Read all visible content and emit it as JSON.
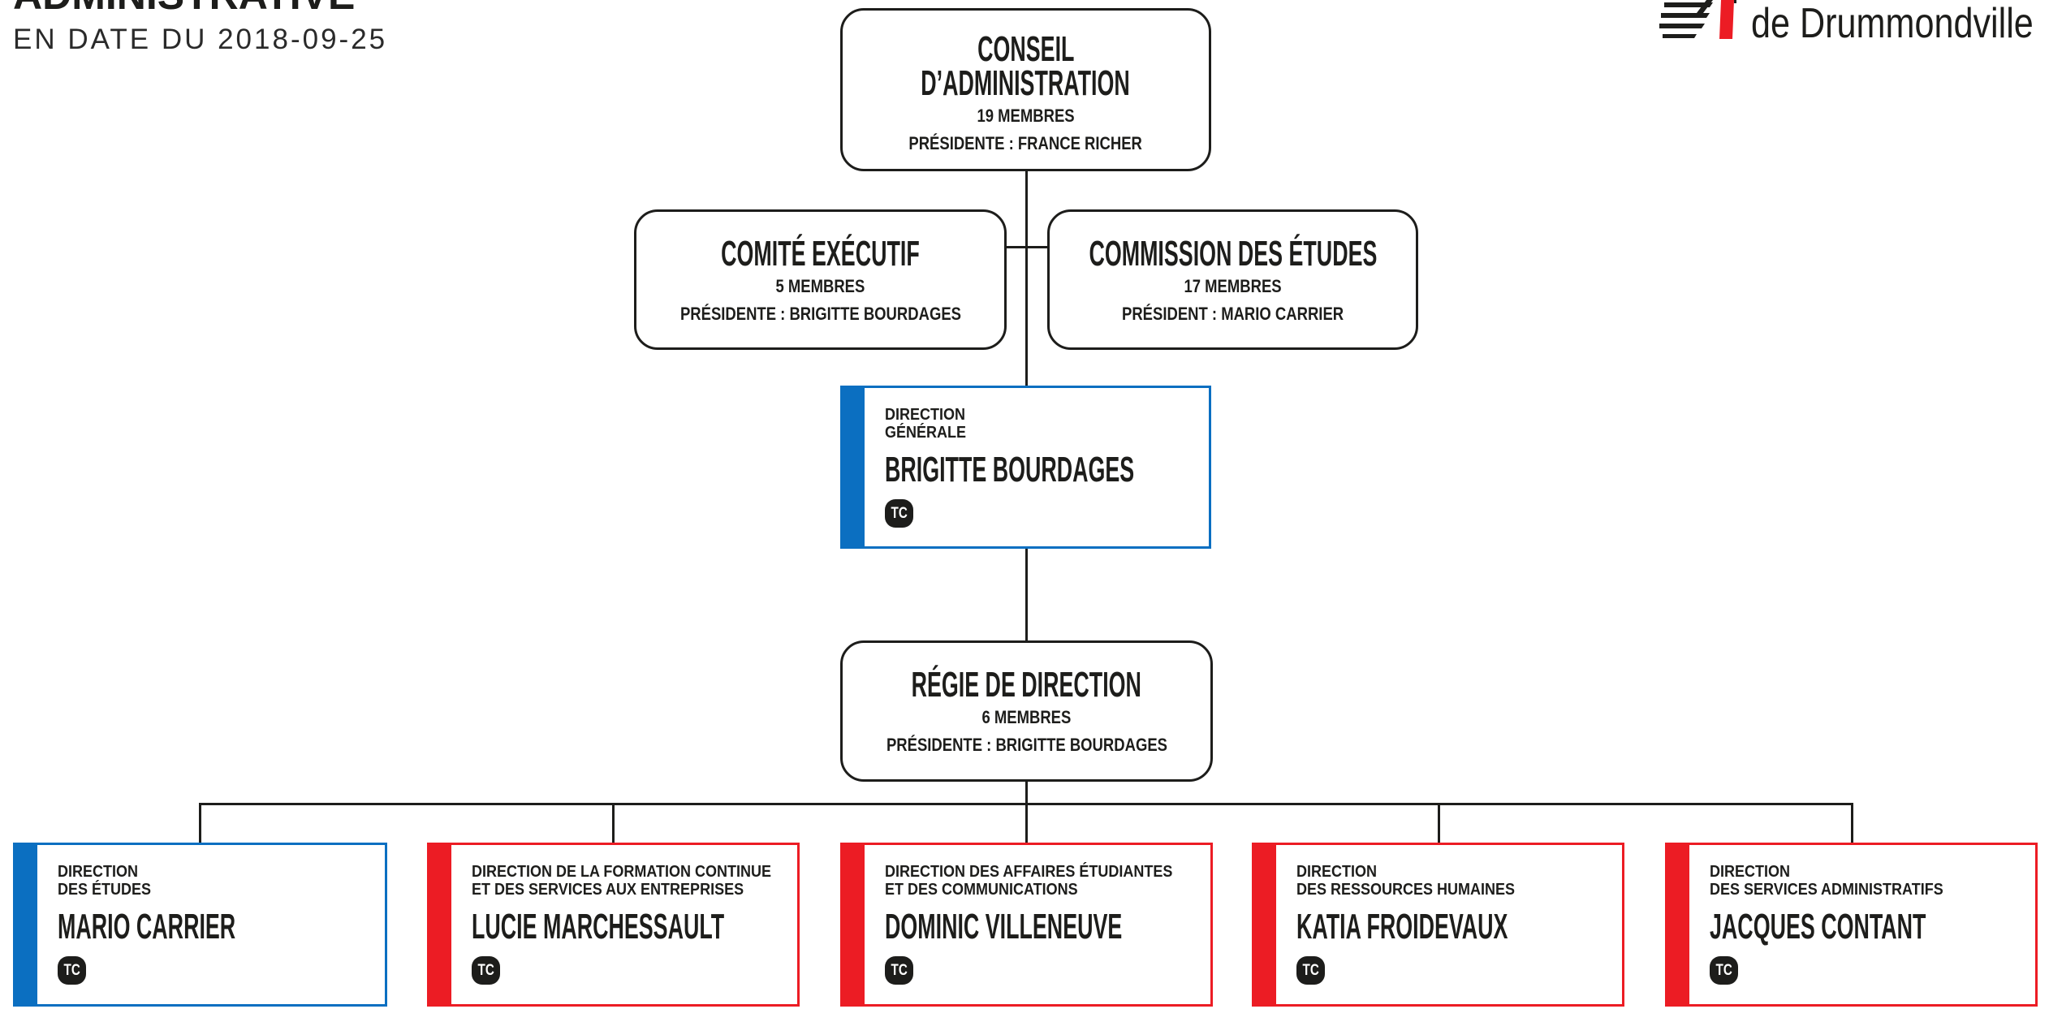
{
  "header": {
    "title": "ADMINISTRATIVE",
    "date": "EN DATE DU 2018-09-25"
  },
  "logo": {
    "text": "de Drummondville",
    "icon": "logo-mark-icon",
    "accent_color": "#ec1c24"
  },
  "boards": {
    "conseil": {
      "title_line1": "CONSEIL",
      "title_line2": "D’ADMINISTRATION",
      "members": "19 MEMBRES",
      "chair": "PRÉSIDENTE : FRANCE RICHER"
    },
    "comite_executif": {
      "title": "COMITÉ EXÉCUTIF",
      "members": "5 MEMBRES",
      "chair": "PRÉSIDENTE : BRIGITTE BOURDAGES"
    },
    "commission_etudes": {
      "title": "COMMISSION DES ÉTUDES",
      "members": "17 MEMBRES",
      "chair": "PRÉSIDENT : MARIO CARRIER"
    },
    "regie": {
      "title": "RÉGIE DE DIRECTION",
      "members": "6 MEMBRES",
      "chair": "PRÉSIDENTE : BRIGITTE BOURDAGES"
    }
  },
  "direction_generale": {
    "label_line1": "DIRECTION",
    "label_line2": "GÉNÉRALE",
    "name": "BRIGITTE BOURDAGES",
    "badge": "TC",
    "accent_color": "#0b6fc1"
  },
  "directions": [
    {
      "label_line1": "DIRECTION",
      "label_line2": "DES ÉTUDES",
      "name": "MARIO CARRIER",
      "badge": "TC",
      "accent_color": "#0b6fc1"
    },
    {
      "label_line1": "DIRECTION DE LA FORMATION CONTINUE",
      "label_line2": "ET DES SERVICES AUX ENTREPRISES",
      "name": "LUCIE MARCHESSAULT",
      "badge": "TC",
      "accent_color": "#ec1c24"
    },
    {
      "label_line1": "DIRECTION DES AFFAIRES ÉTUDIANTES",
      "label_line2": "ET DES COMMUNICATIONS",
      "name": "DOMINIC VILLENEUVE",
      "badge": "TC",
      "accent_color": "#ec1c24"
    },
    {
      "label_line1": "DIRECTION",
      "label_line2": "DES RESSOURCES HUMAINES",
      "name": "KATIA FROIDEVAUX",
      "badge": "TC",
      "accent_color": "#ec1c24"
    },
    {
      "label_line1": "DIRECTION",
      "label_line2": "DES SERVICES ADMINISTRATIFS",
      "name": "JACQUES CONTANT",
      "badge": "TC",
      "accent_color": "#ec1c24"
    }
  ]
}
